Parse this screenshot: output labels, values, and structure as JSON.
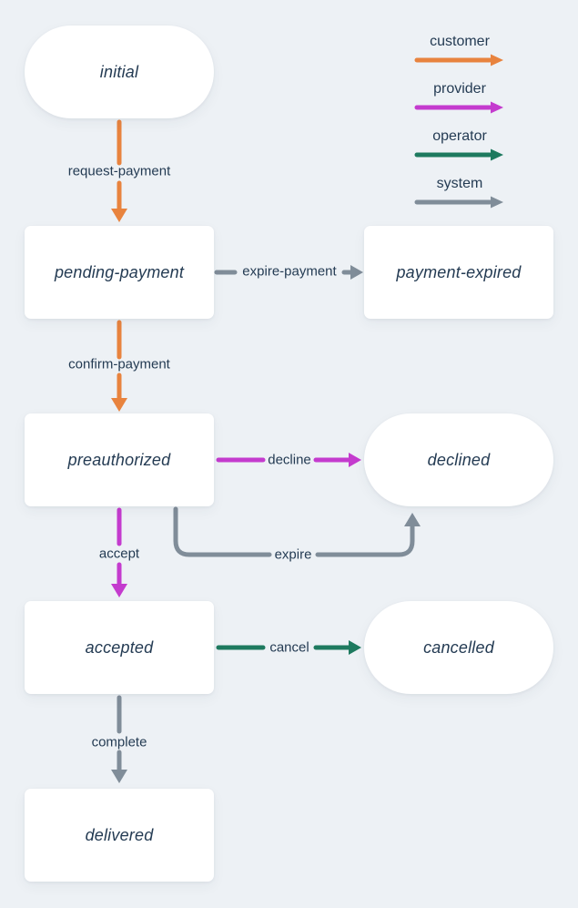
{
  "colors": {
    "background": "#edf1f5",
    "node_fill": "#ffffff",
    "text": "#243b53",
    "customer": "#e8833e",
    "provider": "#c43bce",
    "operator": "#1e7a5f",
    "system": "#808d99"
  },
  "legend": {
    "items": [
      {
        "id": "customer",
        "label": "customer"
      },
      {
        "id": "provider",
        "label": "provider"
      },
      {
        "id": "operator",
        "label": "operator"
      },
      {
        "id": "system",
        "label": "system"
      }
    ]
  },
  "nodes": {
    "initial": {
      "label": "initial",
      "shape": "pill"
    },
    "pending_payment": {
      "label": "pending-payment",
      "shape": "rect"
    },
    "payment_expired": {
      "label": "payment-expired",
      "shape": "rect"
    },
    "preauthorized": {
      "label": "preauthorized",
      "shape": "rect"
    },
    "declined": {
      "label": "declined",
      "shape": "pill"
    },
    "accepted": {
      "label": "accepted",
      "shape": "rect"
    },
    "cancelled": {
      "label": "cancelled",
      "shape": "pill"
    },
    "delivered": {
      "label": "delivered",
      "shape": "rect"
    }
  },
  "transitions": {
    "request_payment": {
      "label": "request-payment",
      "from": "initial",
      "to": "pending-payment",
      "actor": "customer"
    },
    "expire_payment": {
      "label": "expire-payment",
      "from": "pending-payment",
      "to": "payment-expired",
      "actor": "system"
    },
    "confirm_payment": {
      "label": "confirm-payment",
      "from": "pending-payment",
      "to": "preauthorized",
      "actor": "customer"
    },
    "decline": {
      "label": "decline",
      "from": "preauthorized",
      "to": "declined",
      "actor": "provider"
    },
    "accept": {
      "label": "accept",
      "from": "preauthorized",
      "to": "accepted",
      "actor": "provider"
    },
    "expire": {
      "label": "expire",
      "from": "preauthorized",
      "to": "declined",
      "actor": "system"
    },
    "cancel": {
      "label": "cancel",
      "from": "accepted",
      "to": "cancelled",
      "actor": "operator"
    },
    "complete": {
      "label": "complete",
      "from": "accepted",
      "to": "delivered",
      "actor": "system"
    }
  }
}
